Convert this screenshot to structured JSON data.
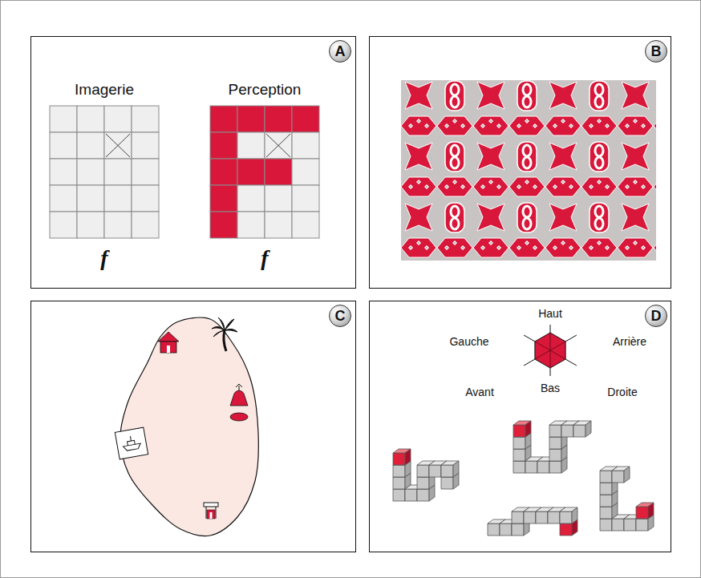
{
  "diagram": {
    "nodes": [
      {
        "text": [
          "A"
        ]
      },
      {
        "text": [
          "B"
        ]
      },
      {
        "text": [
          "C"
        ]
      },
      {
        "text": [
          "D"
        ]
      }
    ],
    "labels": [
      "Imagerie",
      "Perception",
      "f",
      "f",
      "Haut",
      "Gauche",
      "Arrière",
      "Avant",
      "Droite",
      "Bas"
    ]
  }
}
